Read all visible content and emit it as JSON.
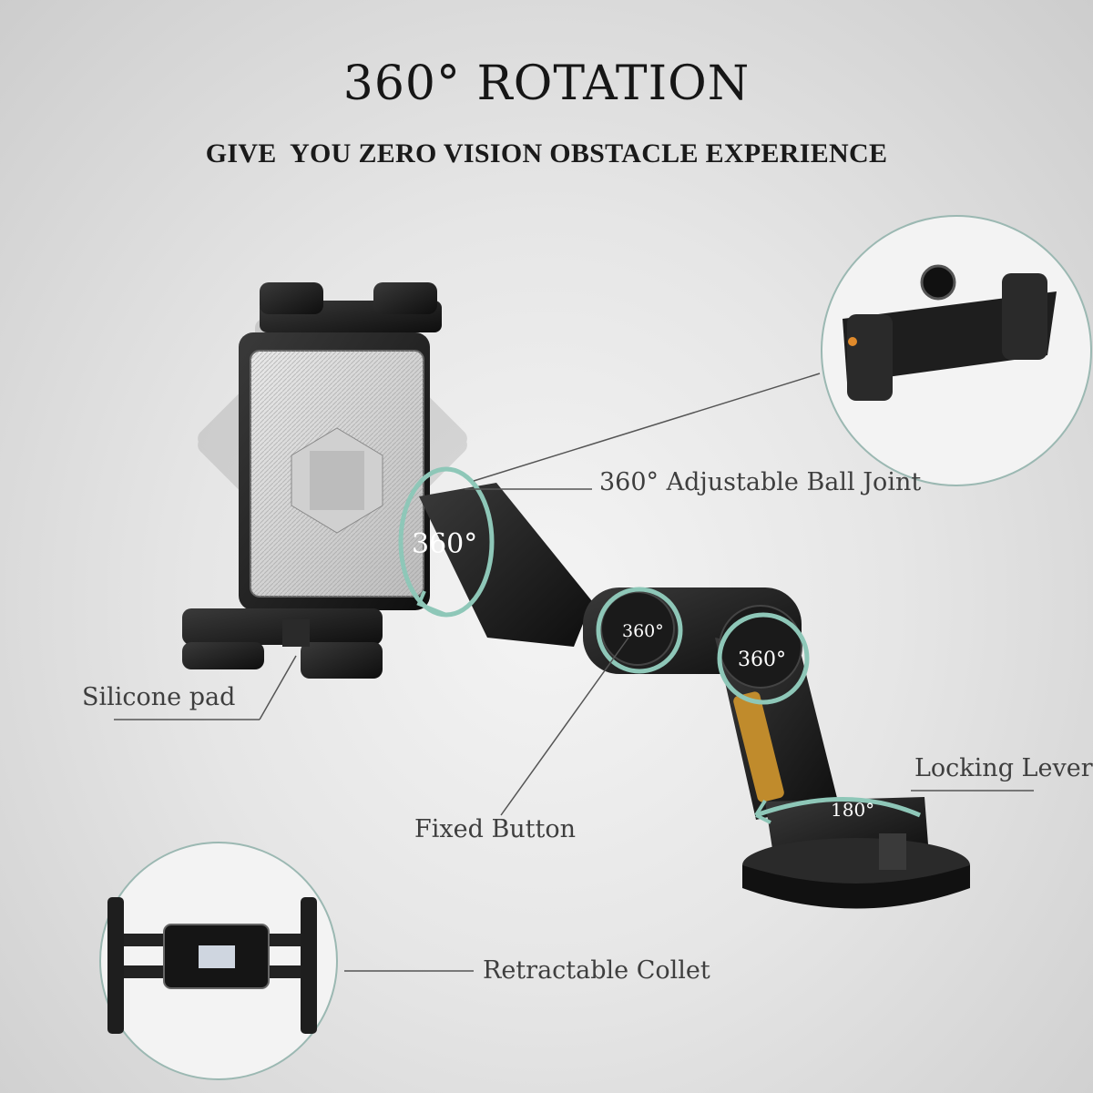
{
  "header": {
    "title": "360° ROTATION",
    "subtitle": "GIVE  YOU ZERO VISION OBSTACLE EXPERIENCE"
  },
  "callouts": {
    "ball_joint": "360° Adjustable Ball Joint",
    "silicone_pad": "Silicone pad",
    "fixed_button": "Fixed Button",
    "locking_lever": "Locking Lever",
    "retractable_collet": "Retractable Collet"
  },
  "rotation_badges": {
    "ball_joint": "360°",
    "elbow_left": "360°",
    "elbow_right": "360°",
    "base": "180°"
  },
  "colors": {
    "accent_ring": "#8ec7b8",
    "callout_circle_border": "#9bb8b2",
    "product_black": "#1c1c1c"
  }
}
